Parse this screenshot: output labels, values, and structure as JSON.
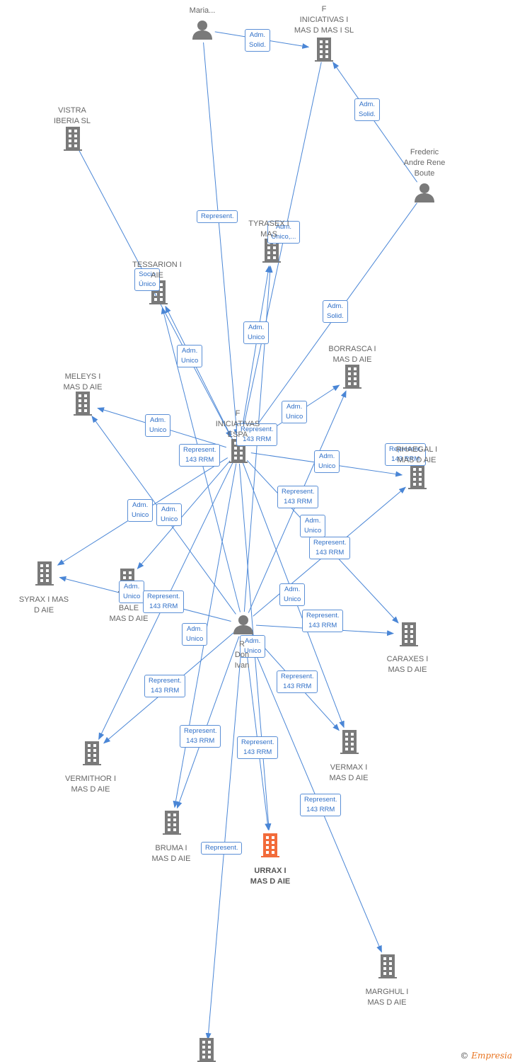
{
  "colors": {
    "edge": "#4a86d6",
    "node": "#7a7a7a",
    "highlight": "#f26b3a"
  },
  "nodes": [
    {
      "id": "maria",
      "type": "person",
      "label": "Maria..."
    },
    {
      "id": "finicmas",
      "type": "company",
      "label": "F\nINICIATIVAS I\nMAS D MAS I SL"
    },
    {
      "id": "vistra",
      "type": "company",
      "label": "VISTRA\nIBERIA  SL"
    },
    {
      "id": "frederic",
      "type": "person",
      "label": "Frederic\nAndre Rene\nBoute"
    },
    {
      "id": "tyrasex",
      "type": "company",
      "label": "TYRASEX I\nMAS"
    },
    {
      "id": "tessarion",
      "type": "company",
      "label": "TESSARION I\nAIE"
    },
    {
      "id": "borrasca",
      "type": "company",
      "label": "BORRASCA I\nMAS D  AIE"
    },
    {
      "id": "meleys",
      "type": "company",
      "label": "MELEYS I\nMAS D  AIE"
    },
    {
      "id": "finicesp",
      "type": "company",
      "label": "F\nINICIATIVAS\nESPA"
    },
    {
      "id": "rhaegal",
      "type": "company",
      "label": "RHAEGAL I\nMAS D  AIE"
    },
    {
      "id": "syrax",
      "type": "company",
      "label": "SYRAX I MAS\nD  AIE"
    },
    {
      "id": "balerion",
      "type": "company",
      "label": "BALE\nMAS D  AIE"
    },
    {
      "id": "rdonivan",
      "type": "person",
      "label": "R\nDon\nIvan"
    },
    {
      "id": "caraxes",
      "type": "company",
      "label": "CARAXES I\nMAS D  AIE"
    },
    {
      "id": "vermithor",
      "type": "company",
      "label": "VERMITHOR I\nMAS D  AIE"
    },
    {
      "id": "vermax",
      "type": "company",
      "label": "VERMAX I\nMAS D  AIE"
    },
    {
      "id": "bruma",
      "type": "company",
      "label": "BRUMA I\nMAS D  AIE"
    },
    {
      "id": "urrax",
      "type": "company",
      "label": "URRAX I\nMAS D  AIE",
      "highlight": true
    },
    {
      "id": "marghul",
      "type": "company",
      "label": "MARGHUL I\nMAS D  AIE"
    },
    {
      "id": "bottom",
      "type": "company",
      "label": ""
    }
  ],
  "edges": [
    {
      "from": "maria",
      "to": "finicmas",
      "label": "Adm.\nSolid."
    },
    {
      "from": "frederic",
      "to": "finicmas",
      "label": "Adm.\nSolid."
    },
    {
      "from": "frederic",
      "to": "finicesp",
      "label": "Adm.\nSolid."
    },
    {
      "from": "maria",
      "to": "finicesp",
      "label": "Represent."
    },
    {
      "from": "vistra",
      "to": "finicesp",
      "label": "Socio\nÚnico"
    },
    {
      "from": "finicmas",
      "to": "finicesp",
      "label": "Adm.\nUnico,..."
    },
    {
      "from": "finicesp",
      "to": "tyrasex",
      "label": "Adm.\nUnico"
    },
    {
      "from": "finicesp",
      "to": "tessarion",
      "label": "Adm.\nUnico"
    },
    {
      "from": "finicesp",
      "to": "borrasca",
      "label": "Adm.\nUnico"
    },
    {
      "from": "finicesp",
      "to": "meleys",
      "label": "Adm.\nUnico"
    },
    {
      "from": "finicesp",
      "to": "rhaegal",
      "label": "Adm.\nUnico"
    },
    {
      "from": "finicesp",
      "to": "syrax",
      "label": "Adm.\nUnico"
    },
    {
      "from": "finicesp",
      "to": "balerion",
      "label": "Adm.\nUnico"
    },
    {
      "from": "finicesp",
      "to": "caraxes",
      "label": "Adm.\nUnico"
    },
    {
      "from": "finicesp",
      "to": "vermithor",
      "label": "Adm.\nUnico"
    },
    {
      "from": "finicesp",
      "to": "vermax",
      "label": "Adm.\nUnico"
    },
    {
      "from": "finicesp",
      "to": "bruma",
      "label": "Adm.\nUnico"
    },
    {
      "from": "finicesp",
      "to": "urrax",
      "label": "Adm.\nUnico"
    },
    {
      "from": "rdonivan",
      "to": "tyrasex",
      "label": "Represent.\n143 RRM"
    },
    {
      "from": "rdonivan",
      "to": "tessarion",
      "label": "Represent.\n143 RRM"
    },
    {
      "from": "rdonivan",
      "to": "borrasca",
      "label": "Represent.\n143 RRM"
    },
    {
      "from": "rdonivan",
      "to": "meleys",
      "label": "Represent.\n143 RRM"
    },
    {
      "from": "rdonivan",
      "to": "rhaegal",
      "label": "Represent.\n143 RRM"
    },
    {
      "from": "rdonivan",
      "to": "syrax",
      "label": "Represent.\n143 RRM"
    },
    {
      "from": "rdonivan",
      "to": "caraxes",
      "label": "Represent.\n143 RRM"
    },
    {
      "from": "rdonivan",
      "to": "vermithor",
      "label": "Represent.\n143 RRM"
    },
    {
      "from": "rdonivan",
      "to": "vermax",
      "label": "Represent.\n143 RRM"
    },
    {
      "from": "rdonivan",
      "to": "bruma",
      "label": "Represent.\n143 RRM"
    },
    {
      "from": "rdonivan",
      "to": "urrax",
      "label": "Represent.\n143 RRM"
    },
    {
      "from": "rdonivan",
      "to": "marghul",
      "label": "Represent.\n143 RRM"
    },
    {
      "from": "rdonivan",
      "to": "bottom",
      "label": "Represent."
    }
  ],
  "copyright": {
    "symbol": "©",
    "brand": "Empresia"
  }
}
